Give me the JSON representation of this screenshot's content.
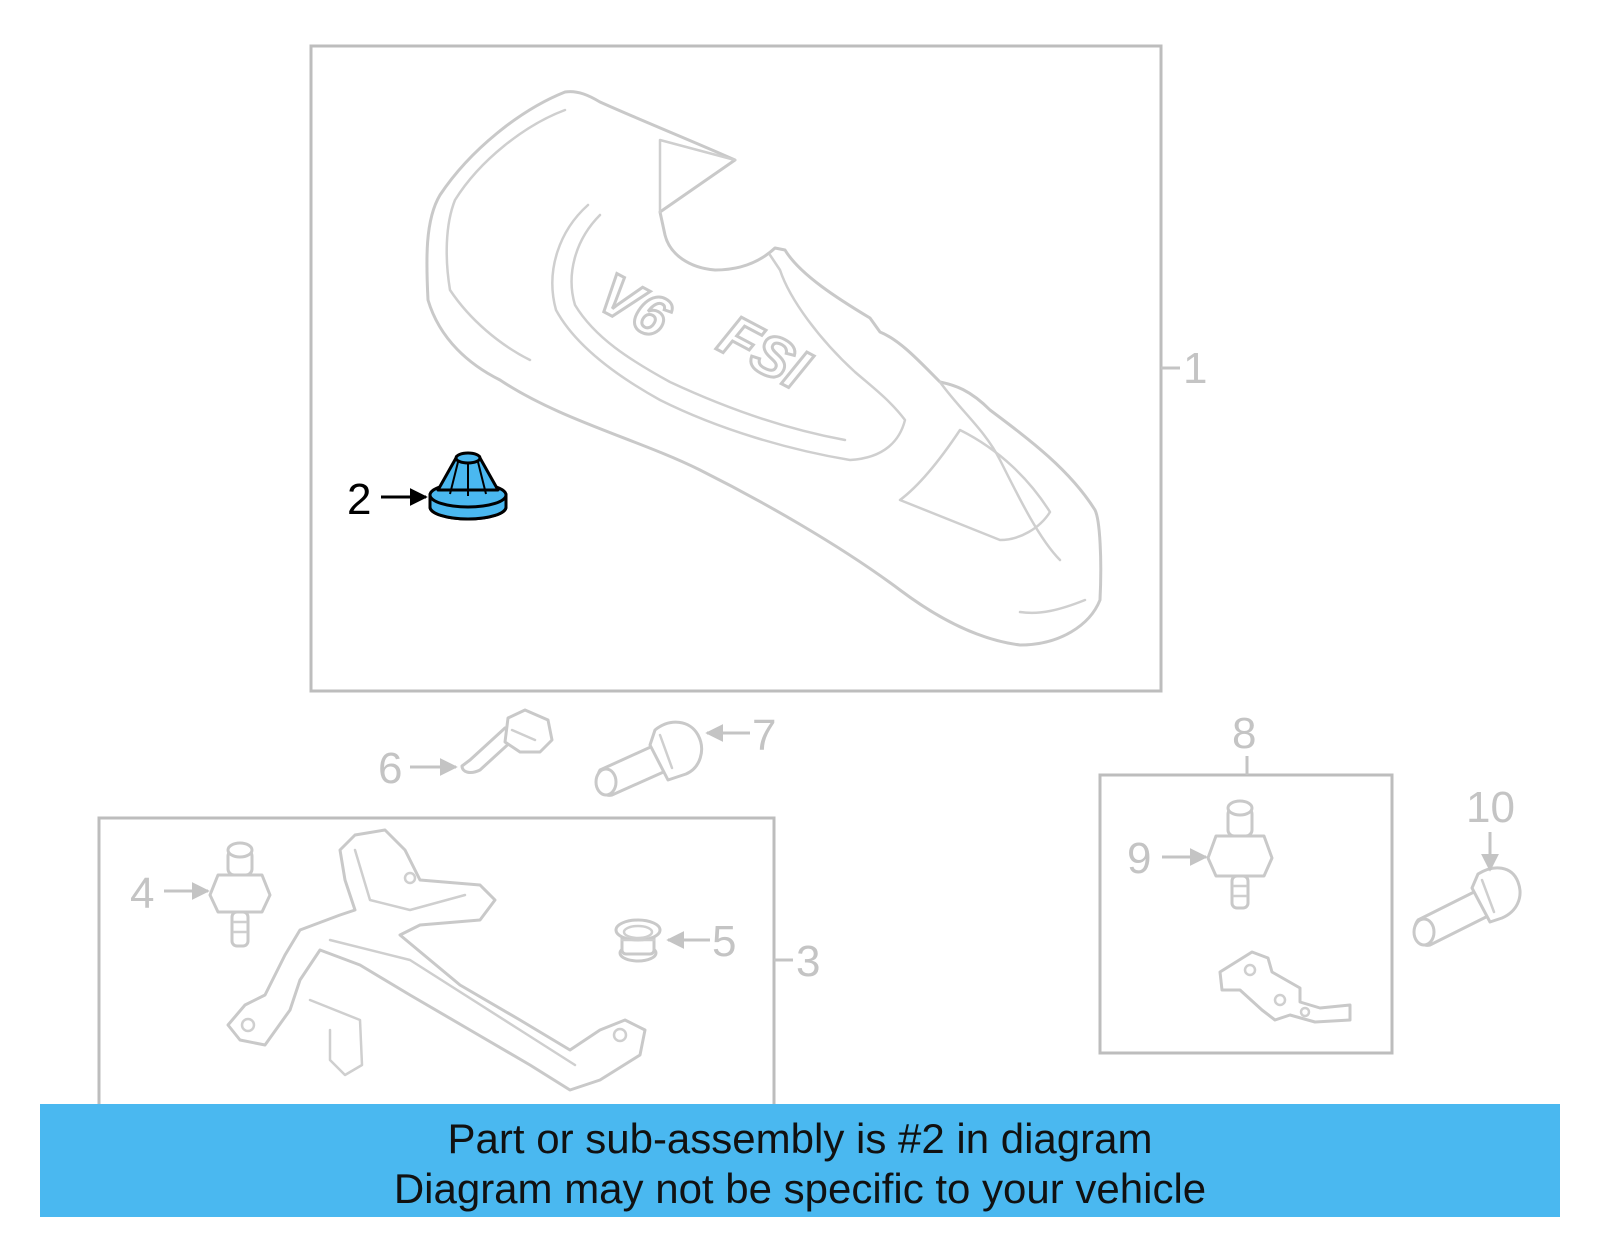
{
  "diagram": {
    "callouts": {
      "c1": "1",
      "c2": "2",
      "c3": "3",
      "c4": "4",
      "c5": "5",
      "c6": "6",
      "c7": "7",
      "c8": "8",
      "c9": "9",
      "c10": "10"
    },
    "emboss": {
      "engine": "V6",
      "badge": "FSI"
    },
    "highlight_color": "#4ab8f0",
    "highlighted_part": "2"
  },
  "banner": {
    "line1": "Part or sub-assembly is #2 in diagram",
    "line2": "Diagram may not be specific to your vehicle",
    "background": "#4ab8f0"
  }
}
